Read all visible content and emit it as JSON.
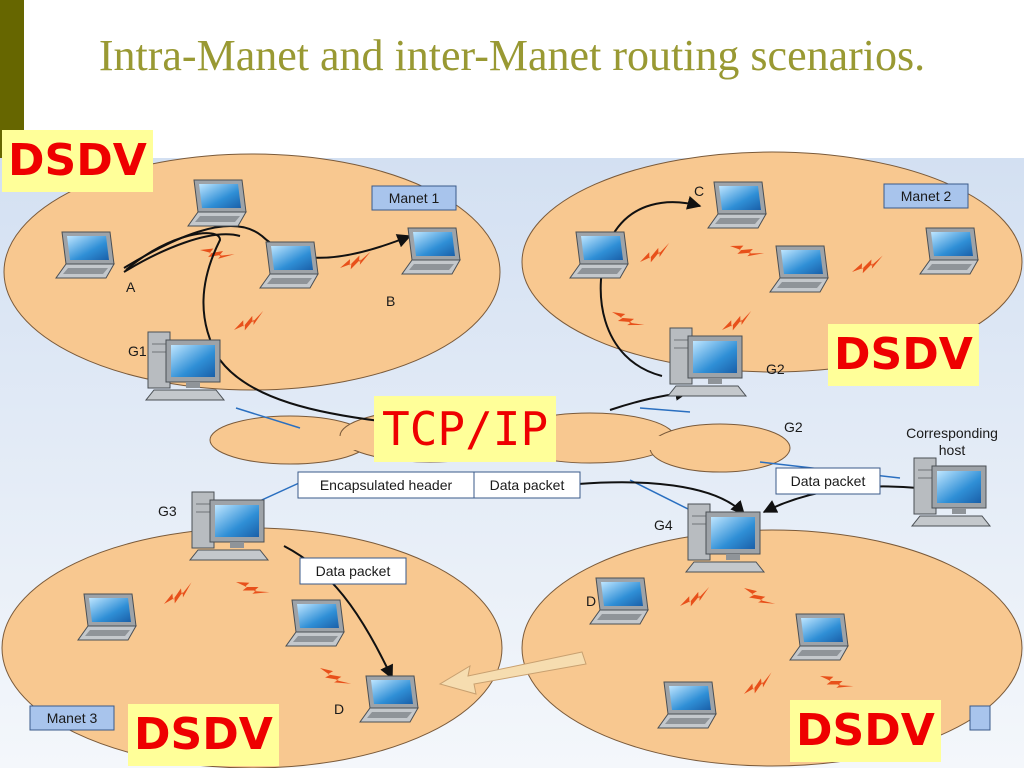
{
  "title": "Intra-Manet and inter-Manet routing scenarios.",
  "protocol_labels": {
    "dsdv_top_left": "DSDV",
    "dsdv_right": "DSDV",
    "dsdv_bottom_left": "DSDV",
    "dsdv_bottom_right": "DSDV",
    "tcpip": "TCP/IP"
  },
  "networks": {
    "manet1": "Manet 1",
    "manet2": "Manet 2",
    "manet3": "Manet 3"
  },
  "nodes": {
    "a": "A",
    "b": "B",
    "c": "C",
    "d_manet3": "D",
    "d_manet4": "D",
    "g1": "G1",
    "g2": "G2",
    "g2_internet": "G2",
    "g3": "G3",
    "g4": "G4",
    "corresponding_host_line1": "Corresponding",
    "corresponding_host_line2": "host"
  },
  "packets": {
    "encapsulated_header": "Encapsulated header",
    "data_packet_main": "Data packet",
    "data_packet_host": "Data packet",
    "data_packet_g3": "Data packet"
  },
  "colors": {
    "title": "#999933",
    "left_bar": "#666600",
    "manet_fill": "#f8c890",
    "cloud_fill": "#f8c890",
    "dsdv_bg": "#ffff99",
    "dsdv_text": "#ee0000",
    "label_box": "#a8c4ec",
    "wireless_link": "#e8501a"
  }
}
